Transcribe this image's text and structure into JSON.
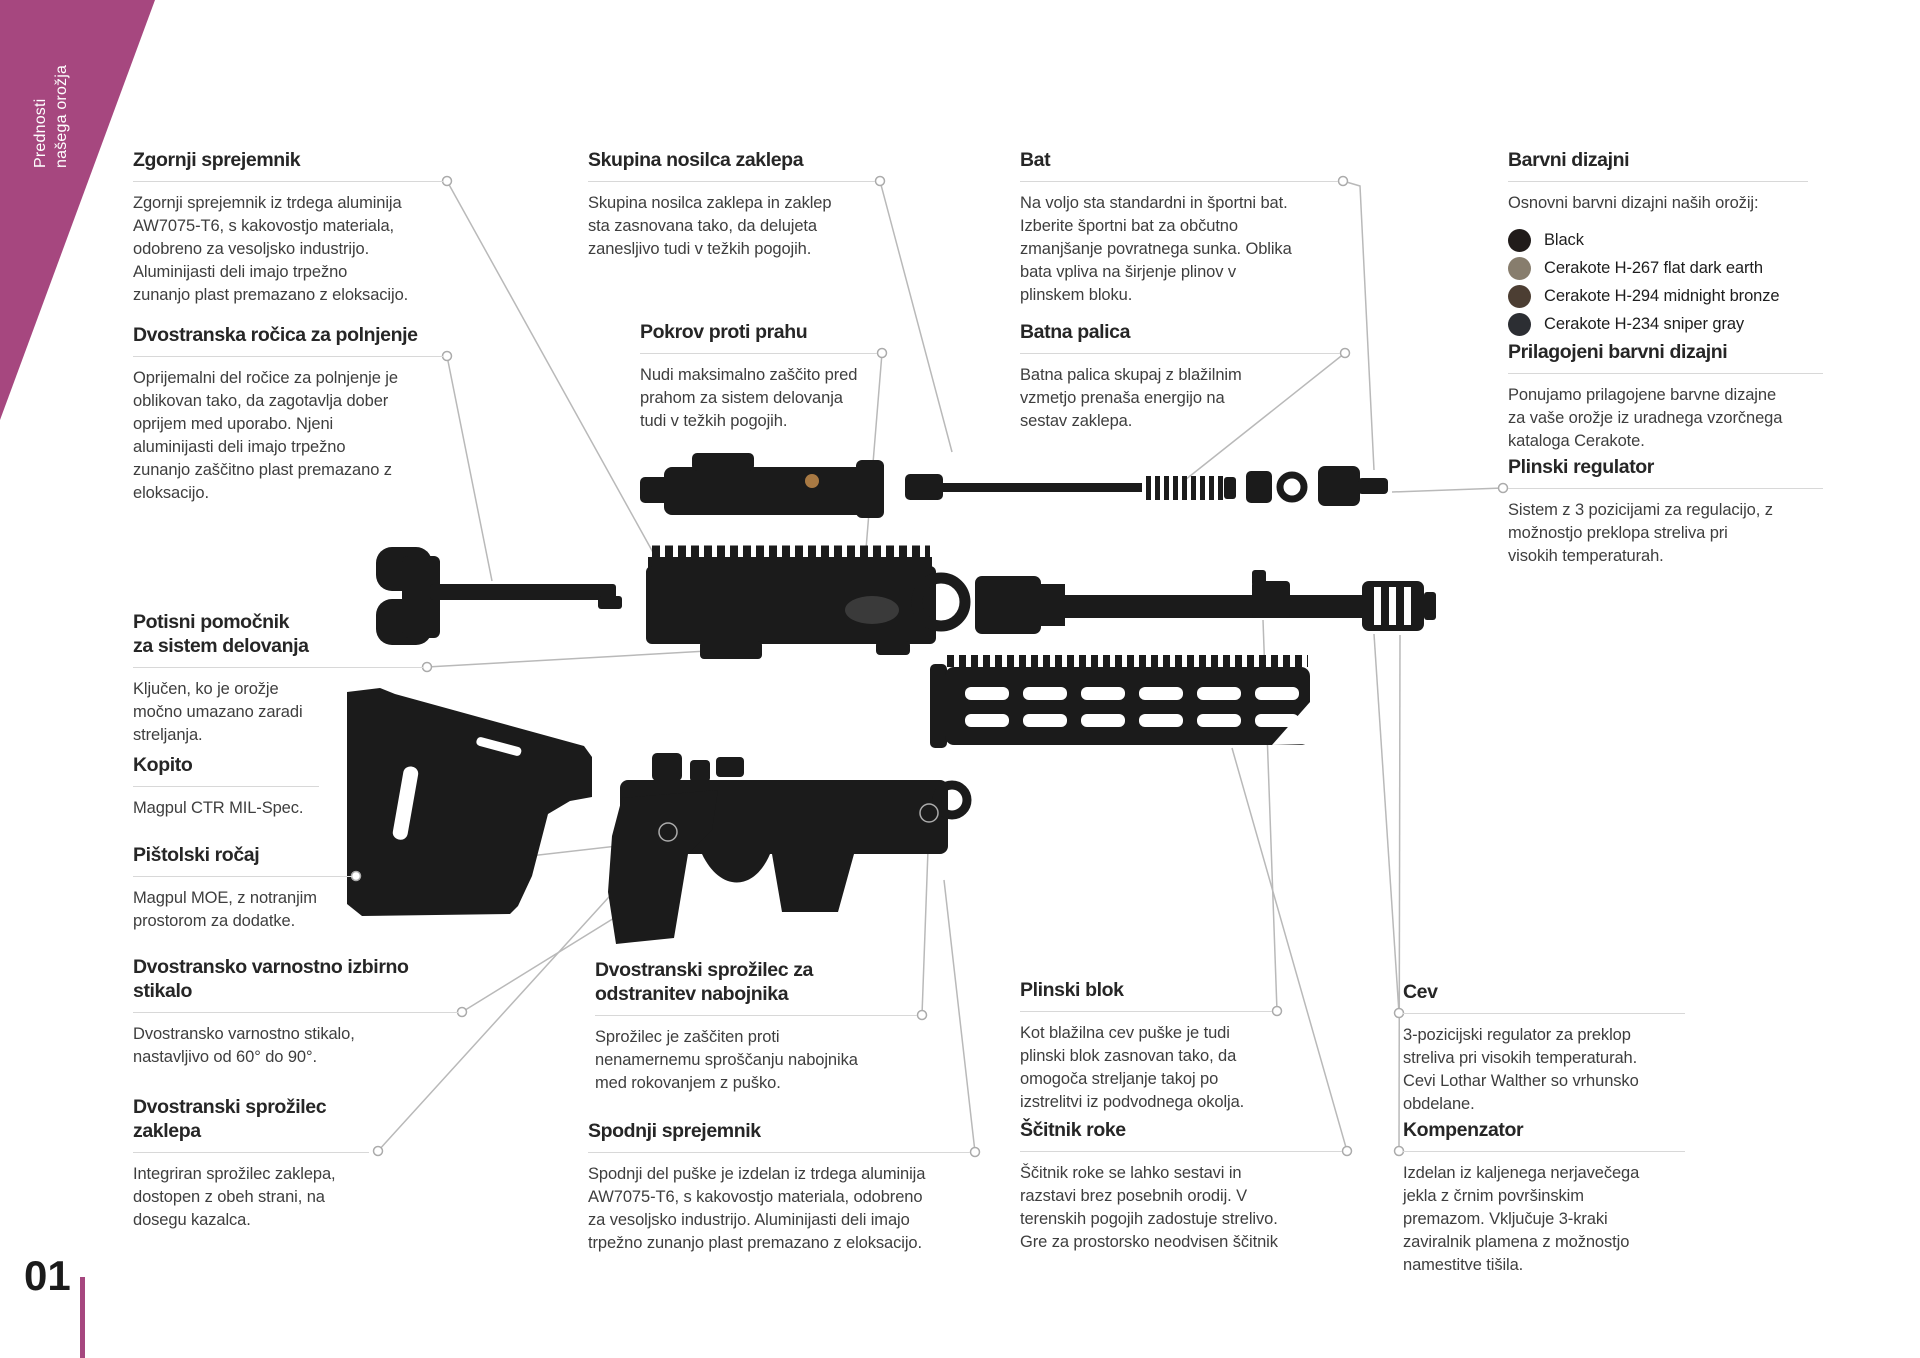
{
  "ribbon": {
    "text": "Prednosti\nnašega orožja"
  },
  "page_number": "01",
  "colors": {
    "accent": "#a6477f",
    "part_silhouette": "#1b1b1b",
    "leader_line": "#b9b9b9",
    "heading_text": "#262626",
    "body_text": "#3e3e3e"
  },
  "sections": {
    "zgornji": {
      "heading": "Zgornji sprejemnik",
      "body": "Zgornji sprejemnik iz trdega aluminija\nAW7075-T6, s kakovostjo materiala,\nodobreno za vesoljsko industrijo.\nAluminijasti deli imajo trpežno\nzunanjo plast premazano z eloksacijo."
    },
    "rocica": {
      "heading": "Dvostranska ročica za polnjenje",
      "body": "Oprijemalni del ročice za polnjenje je\noblikovan tako, da zagotavlja dober\noprijem med uporabo. Njeni\naluminijasti deli imajo trpežno\nzunanjo zaščitno plast premazano z\neloksacijo."
    },
    "potisni": {
      "heading": "Potisni pomočnik\nza sistem delovanja",
      "body": "Ključen, ko je orožje\nmočno umazano zaradi\nstreljanja."
    },
    "kopito": {
      "heading": "Kopito",
      "body": "Magpul CTR MIL-Spec."
    },
    "pistolski": {
      "heading": "Pištolski ročaj",
      "body": "Magpul MOE, z notranjim\nprostorom za dodatke."
    },
    "stikalo": {
      "heading": "Dvostransko varnostno izbirno\nstikalo",
      "body": "Dvostransko varnostno stikalo,\nnastavljivo od 60° do 90°."
    },
    "zaklepa": {
      "heading": "Dvostranski sprožilec\nzaklepa",
      "body": "Integriran sprožilec zaklepa,\ndostopen z obeh strani, na\ndosegu kazalca."
    },
    "skupina": {
      "heading": "Skupina nosilca zaklepa",
      "body": "Skupina nosilca zaklepa in zaklep\nsta zasnovana tako, da delujeta\nzanesljivo tudi v težkih pogojih."
    },
    "pokrov": {
      "heading": "Pokrov proti prahu",
      "body": "Nudi maksimalno zaščito pred\nprahom za sistem delovanja\ntudi v težkih pogojih."
    },
    "nabojnik": {
      "heading": "Dvostranski sprožilec za\nodstranitev nabojnika",
      "body": "Sprožilec je zaščiten proti\nnenamernemu sproščanju nabojnika\nmed rokovanjem z puško."
    },
    "spodnji": {
      "heading": "Spodnji sprejemnik",
      "body": "Spodnji del puške je izdelan iz trdega aluminija\nAW7075-T6, s kakovostjo materiala, odobreno\nza vesoljsko industrijo. Aluminijasti deli imajo\ntrpežno zunanjo plast premazano z eloksacijo."
    },
    "bat": {
      "heading": "Bat",
      "body": "Na voljo sta standardni in športni bat.\nIzberite športni bat za občutno\nzmanjšanje povratnega sunka. Oblika\nbata vpliva na širjenje plinov v\nplinskem bloku."
    },
    "batna": {
      "heading": "Batna palica",
      "body": "Batna palica skupaj z blažilnim\nvzmetjo prenaša energijo na\nsestav zaklepa."
    },
    "plinskiblok": {
      "heading": "Plinski blok",
      "body": "Kot blažilna cev puške je tudi\nplinski blok zasnovan tako, da\nomogoča streljanje takoj po\nizstrelitvi iz podvodnega okolja."
    },
    "scitnik": {
      "heading": "Ščitnik roke",
      "body": "Ščitnik roke se lahko sestavi in\nrazstavi brez posebnih orodij. V\nterenskih pogojih zadostuje strelivo.\nGre za prostorsko neodvisen ščitnik"
    },
    "barvni": {
      "heading": "Barvni dizajni",
      "intro": "Osnovni barvni dizajni naših orožij:",
      "colors": [
        {
          "label": "Black",
          "hex": "#211c1a"
        },
        {
          "label": "Cerakote H-267 flat dark earth",
          "hex": "#877d6d"
        },
        {
          "label": "Cerakote H-294 midnight bronze",
          "hex": "#4c3e33"
        },
        {
          "label": "Cerakote H-234 sniper gray",
          "hex": "#2c2e33"
        }
      ]
    },
    "prilagojeni": {
      "heading": "Prilagojeni barvni dizajni",
      "body": "Ponujamo prilagojene barvne dizajne\nza vaše orožje iz uradnega vzorčnega\nkataloga Cerakote."
    },
    "plinskireg": {
      "heading": "Plinski regulator",
      "body": "Sistem z 3 pozicijami za regulacijo, z\nmožnostjo preklopa streliva pri\nvisokih temperaturah."
    },
    "cev": {
      "heading": "Cev",
      "body": "3-pozicijski regulator za preklop\nstreliva pri visokih temperaturah.\nCevi Lothar Walther so vrhunsko\nobdelane."
    },
    "kompenzator": {
      "heading": "Kompenzator",
      "body": "Izdelan iz kaljenega nerjavečega\njekla z črnim površinskim\npremazom. Vključuje 3-kraki\nzaviralnik plamena z možnostjo\nnamestitve tišila."
    }
  }
}
